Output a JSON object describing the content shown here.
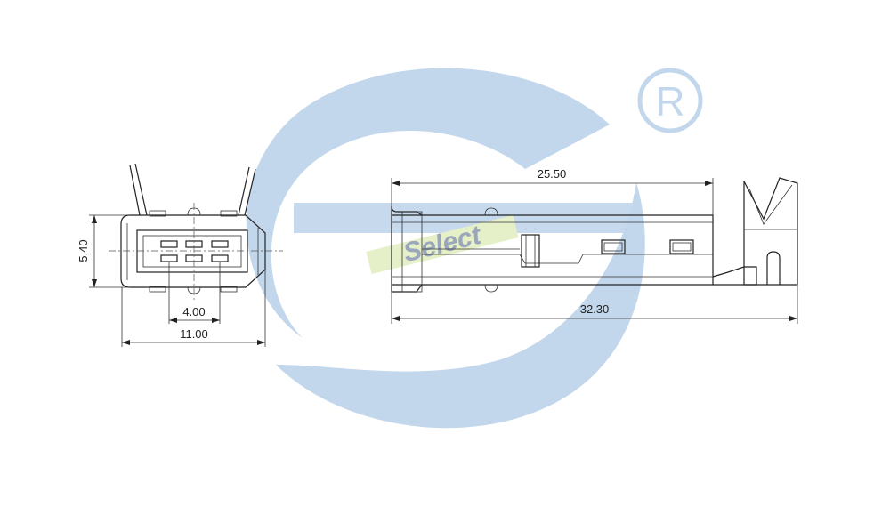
{
  "colors": {
    "watermark_blue": "#c3d7ec",
    "watermark_stripe": "#e6f0c8",
    "watermark_text": "#9aa6bb",
    "line": "#222222"
  },
  "watermark": {
    "brand_text": "Select",
    "registered_mark": "R"
  },
  "front_view": {
    "height_dim": "5.40",
    "pitch_dim": "4.00",
    "width_dim": "11.00"
  },
  "side_view": {
    "body_length_dim": "25.50",
    "total_length_dim": "32.30"
  }
}
